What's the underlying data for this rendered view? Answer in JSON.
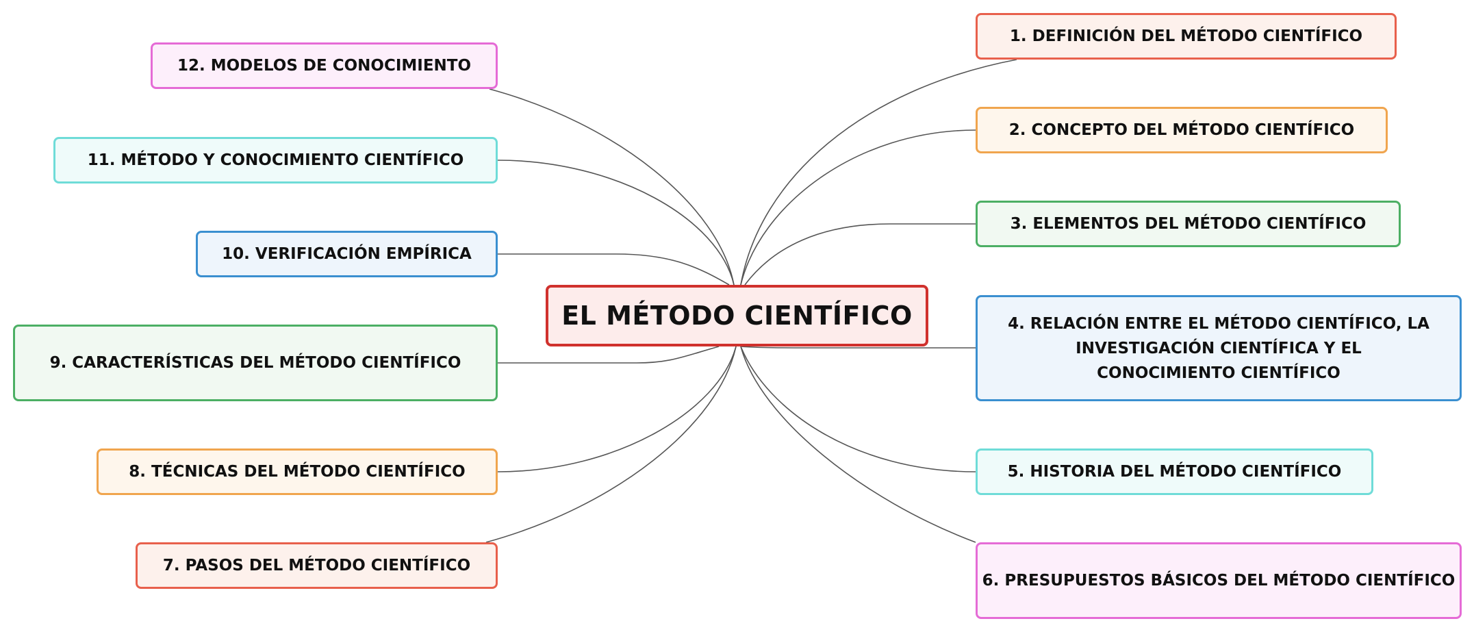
{
  "root": {
    "label": "EL MÉTODO CIENTÍFICO",
    "border": "#d0312d",
    "fill": "#fdeceb"
  },
  "branches": [
    {
      "label": "1. DEFINICIÓN DEL MÉTODO CIENTÍFICO",
      "border": "#e8604c",
      "fill": "#fdf1ec"
    },
    {
      "label": "2. CONCEPTO DEL MÉTODO CIENTÍFICO",
      "border": "#f0a54e",
      "fill": "#fef6ec"
    },
    {
      "label": "3. ELEMENTOS DEL MÉTODO CIENTÍFICO",
      "border": "#4caf64",
      "fill": "#f1f9f2"
    },
    {
      "label": "4. RELACIÓN ENTRE EL MÉTODO CIENTÍFICO, LA INVESTIGACIÓN CIENTÍFICA Y EL CONOCIMIENTO CIENTÍFICO",
      "border": "#3a8fd0",
      "fill": "#eef5fc"
    },
    {
      "label": "5. HISTORIA DEL MÉTODO CIENTÍFICO",
      "border": "#6fdcd8",
      "fill": "#effbfa"
    },
    {
      "label": "6. PRESUPUESTOS BÁSICOS DEL MÉTODO CIENTÍFICO",
      "border": "#e56bd6",
      "fill": "#fdeffb"
    },
    {
      "label": "7. PASOS DEL MÉTODO CIENTÍFICO",
      "border": "#e8604c",
      "fill": "#fdf1ec"
    },
    {
      "label": "8. TÉCNICAS DEL MÉTODO CIENTÍFICO",
      "border": "#f0a54e",
      "fill": "#fef6ec"
    },
    {
      "label": "9. CARACTERÍSTICAS DEL MÉTODO CIENTÍFICO",
      "border": "#4caf64",
      "fill": "#f1f9f2"
    },
    {
      "label": "10. VERIFICACIÓN EMPÍRICA",
      "border": "#3a8fd0",
      "fill": "#eef5fc"
    },
    {
      "label": "11. MÉTODO Y CONOCIMIENTO CIENTÍFICO",
      "border": "#6fdcd8",
      "fill": "#effbfa"
    },
    {
      "label": "12. MODELOS DE CONOCIMIENTO",
      "border": "#e56bd6",
      "fill": "#fdeffb"
    }
  ],
  "line_color": "#555555"
}
